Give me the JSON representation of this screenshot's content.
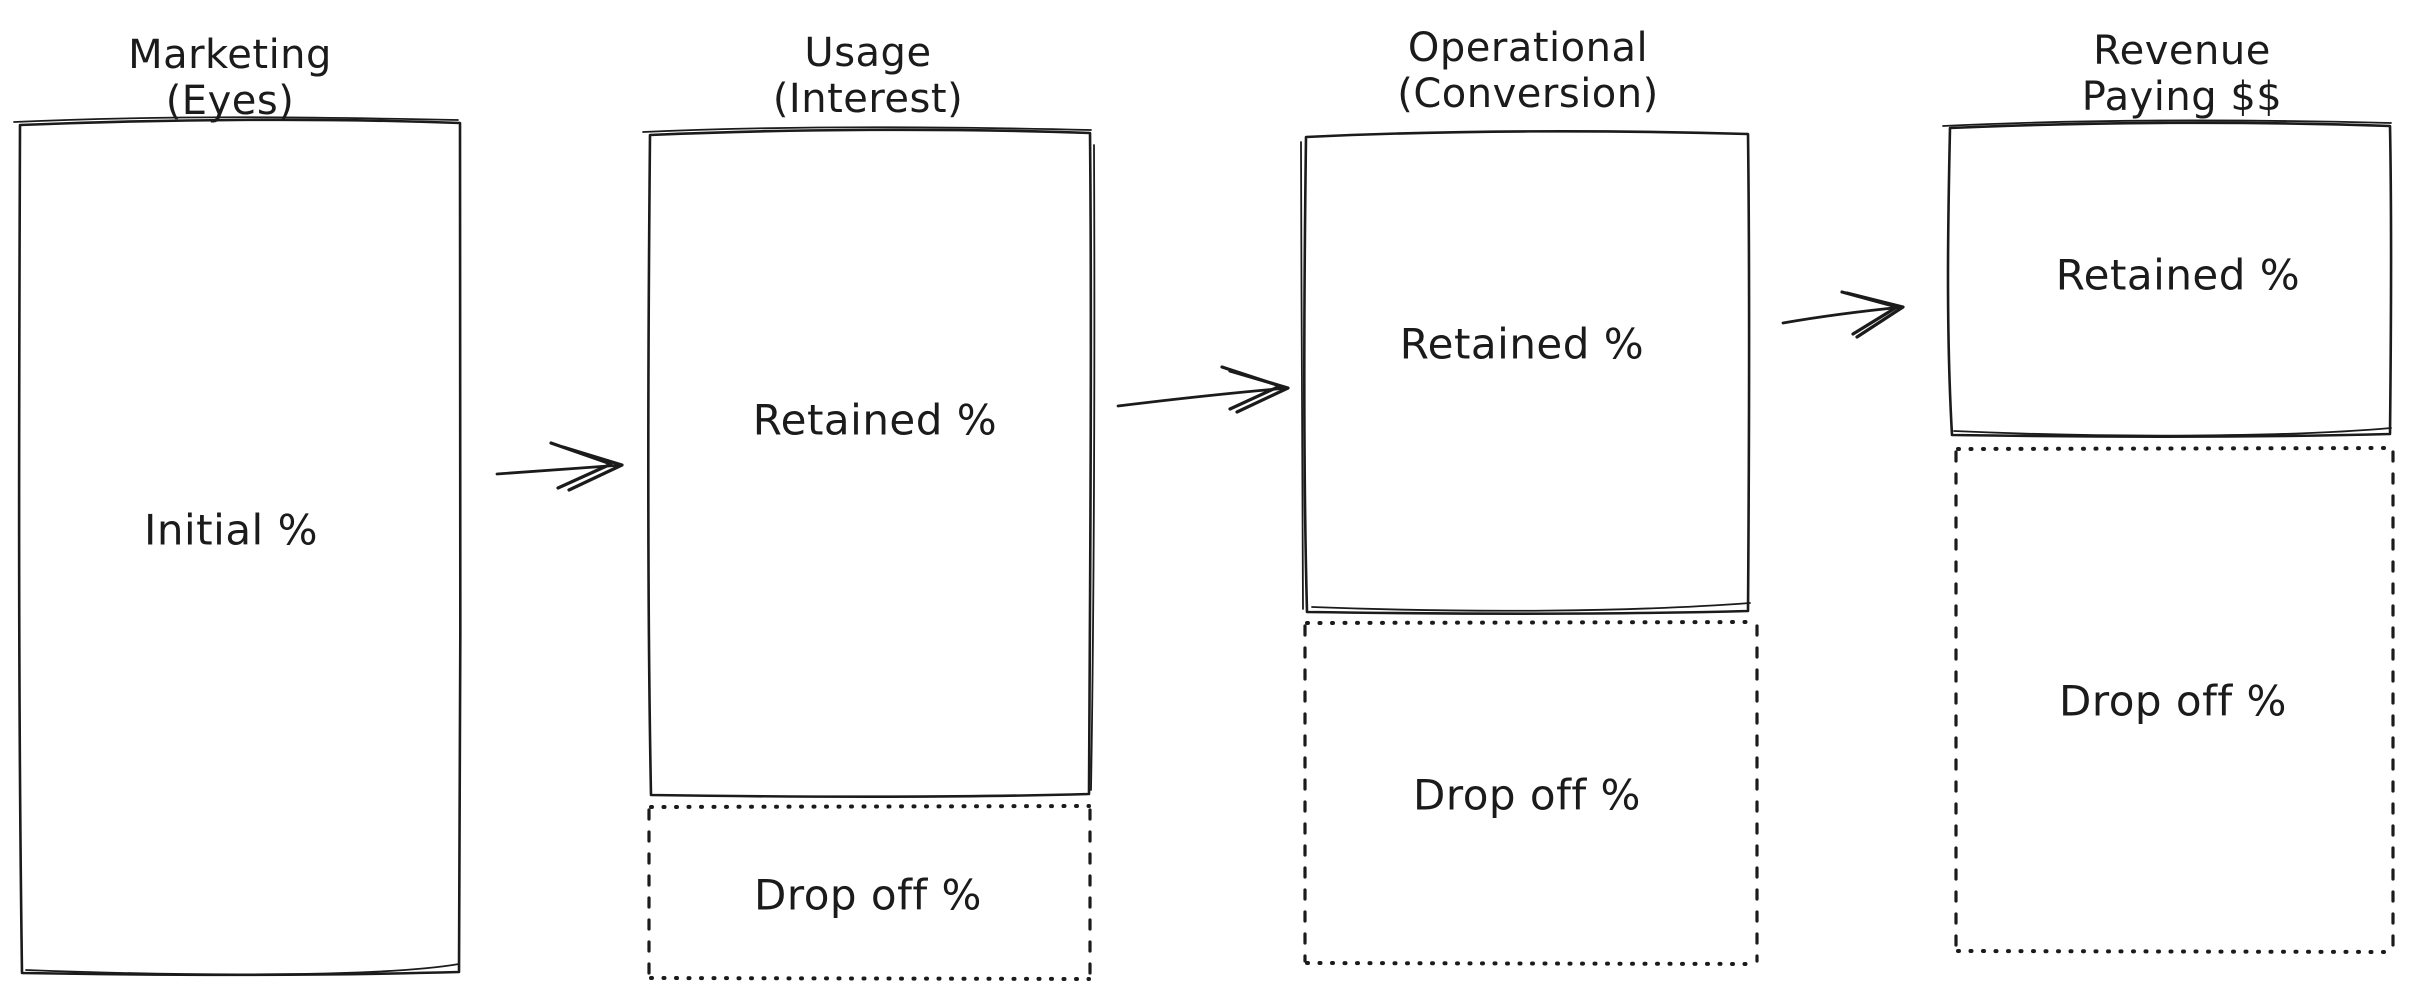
{
  "colors": {
    "ink": "#1b1b1b",
    "background": "#ffffff"
  },
  "stages": [
    {
      "title_lines": [
        "Marketing",
        "(Eyes)"
      ],
      "segments": [
        {
          "label": "Initial %",
          "style": "solid"
        }
      ]
    },
    {
      "title_lines": [
        "Usage",
        "(Interest)"
      ],
      "segments": [
        {
          "label": "Retained %",
          "style": "solid"
        },
        {
          "label": "Drop off %",
          "style": "dotted"
        }
      ]
    },
    {
      "title_lines": [
        "Operational",
        "(Conversion)"
      ],
      "segments": [
        {
          "label": "Retained %",
          "style": "solid"
        },
        {
          "label": "Drop off %",
          "style": "dotted"
        }
      ]
    },
    {
      "title_lines": [
        "Revenue",
        "Paying $$"
      ],
      "segments": [
        {
          "label": "Retained %",
          "style": "solid"
        },
        {
          "label": "Drop off %",
          "style": "dotted"
        }
      ]
    }
  ],
  "arrows": [
    {
      "from": "Marketing (Eyes)",
      "to": "Usage (Interest)"
    },
    {
      "from": "Usage (Interest)",
      "to": "Operational (Conversion)"
    },
    {
      "from": "Operational (Conversion)",
      "to": "Revenue Paying $$"
    }
  ]
}
